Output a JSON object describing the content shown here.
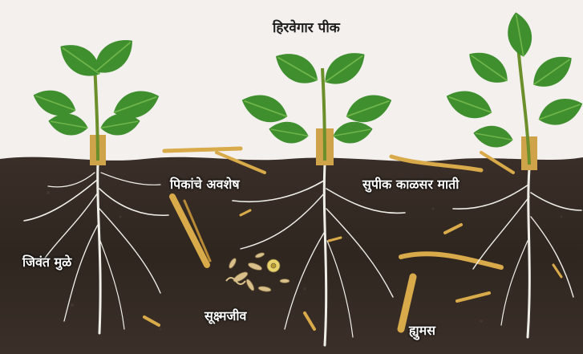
{
  "labels": {
    "crop": "हिरवेगार पीक",
    "crop_residue": "पिकांचे अवशेष",
    "fertile_soil": "सुपीक काळसर माती",
    "living_roots": "जिवंत मुळे",
    "microorganisms": "सूक्ष्मजीव",
    "humus": "ह्युमस"
  },
  "colors": {
    "background": "#f3f0ee",
    "soil": "#2f2620",
    "leaf": "#3f8f2f",
    "stem": "#6b8f2b",
    "root": "#efefe8",
    "residue": "#d8aa4a"
  }
}
